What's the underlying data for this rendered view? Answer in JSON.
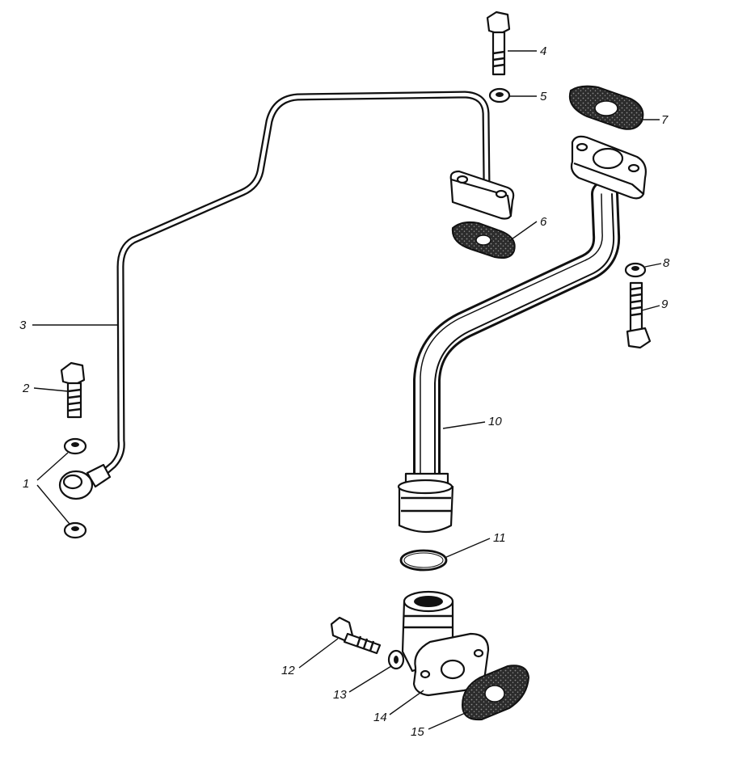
{
  "callouts": [
    {
      "id": "1",
      "label": "1"
    },
    {
      "id": "2",
      "label": "2"
    },
    {
      "id": "3",
      "label": "3"
    },
    {
      "id": "4",
      "label": "4"
    },
    {
      "id": "5",
      "label": "5"
    },
    {
      "id": "6",
      "label": "6"
    },
    {
      "id": "7",
      "label": "7"
    },
    {
      "id": "8",
      "label": "8"
    },
    {
      "id": "9",
      "label": "9"
    },
    {
      "id": "10",
      "label": "10"
    },
    {
      "id": "11",
      "label": "11"
    },
    {
      "id": "12",
      "label": "12"
    },
    {
      "id": "13",
      "label": "13"
    },
    {
      "id": "14",
      "label": "14"
    },
    {
      "id": "15",
      "label": "15"
    }
  ],
  "colors": {
    "ink": "#111111",
    "paper": "#ffffff",
    "gasket": "#3a3a3a"
  }
}
